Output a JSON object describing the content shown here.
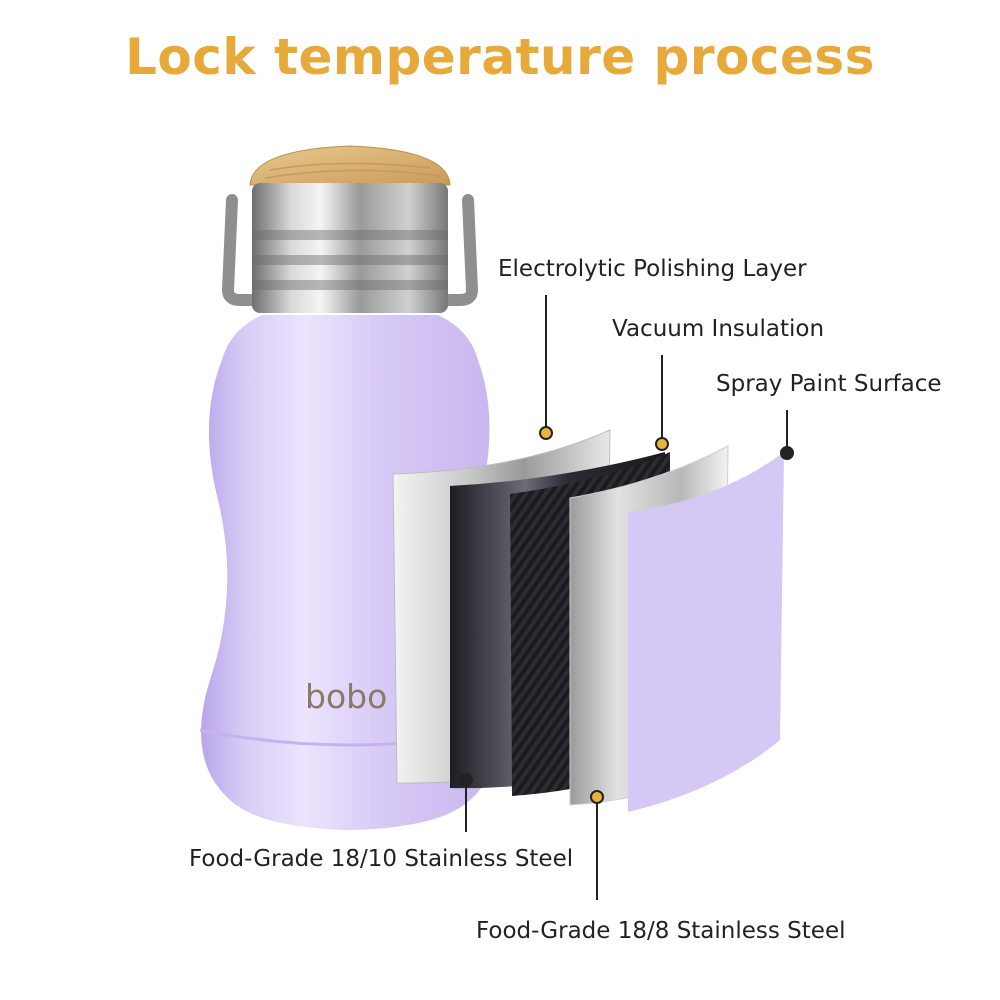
{
  "title": "Lock temperature process",
  "brand": "bobo",
  "labels": {
    "electrolytic": "Electrolytic Polishing Layer",
    "vacuum": "Vacuum Insulation",
    "spray": "Spray Paint Surface",
    "food_grade_1810": "Food-Grade 18/10 Stainless Steel",
    "food_grade_188": "Food-Grade 18/8 Stainless Steel"
  },
  "colors": {
    "title": "#e6a93a",
    "bottle_lavender": "#d6c8f4",
    "marker_gold": "#e6b53a",
    "leader_line": "#222222"
  }
}
